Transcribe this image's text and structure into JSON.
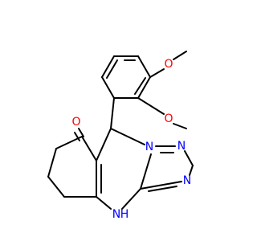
{
  "colors": {
    "bond": "#000000",
    "oxygen": "#ff0000",
    "nitrogen": "#0000ff",
    "background": "#ffffff"
  },
  "atoms": {
    "o_ketone": "O",
    "o_methoxy_top": "O",
    "o_methoxy_mid": "O",
    "n_bridge": "N",
    "n_top": "N",
    "n_right": "N",
    "nh": "N",
    "nh_h": "H"
  }
}
